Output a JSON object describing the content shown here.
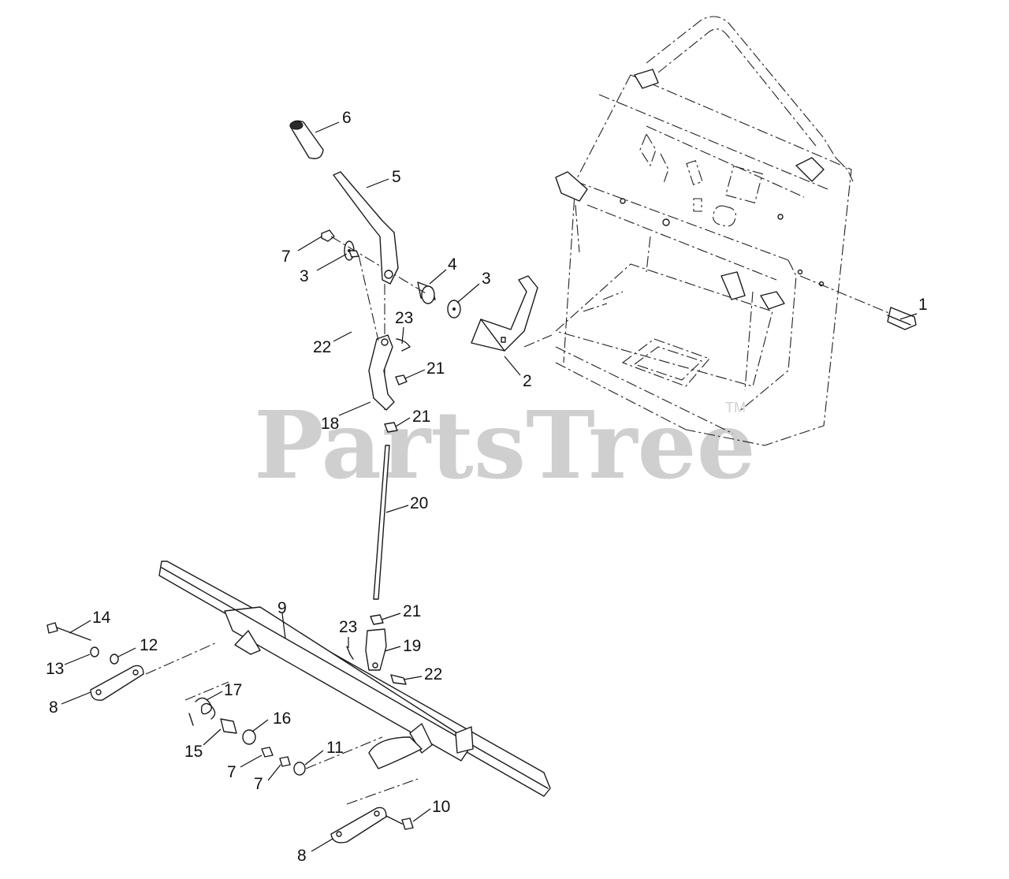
{
  "watermark": {
    "text": "PartsTree",
    "trademark": "TM"
  },
  "callouts": {
    "c1": "1",
    "c2": "2",
    "c3a": "3",
    "c3b": "3",
    "c4": "4",
    "c5": "5",
    "c6": "6",
    "c7a": "7",
    "c7b": "7",
    "c7c": "7",
    "c8a": "8",
    "c8b": "8",
    "c9": "9",
    "c10": "10",
    "c11": "11",
    "c12": "12",
    "c13": "13",
    "c14": "14",
    "c15": "15",
    "c16": "16",
    "c17": "17",
    "c18": "18",
    "c19": "19",
    "c20": "20",
    "c21a": "21",
    "c21b": "21",
    "c21c": "21",
    "c22a": "22",
    "c22b": "22",
    "c23a": "23",
    "c23b": "23"
  }
}
